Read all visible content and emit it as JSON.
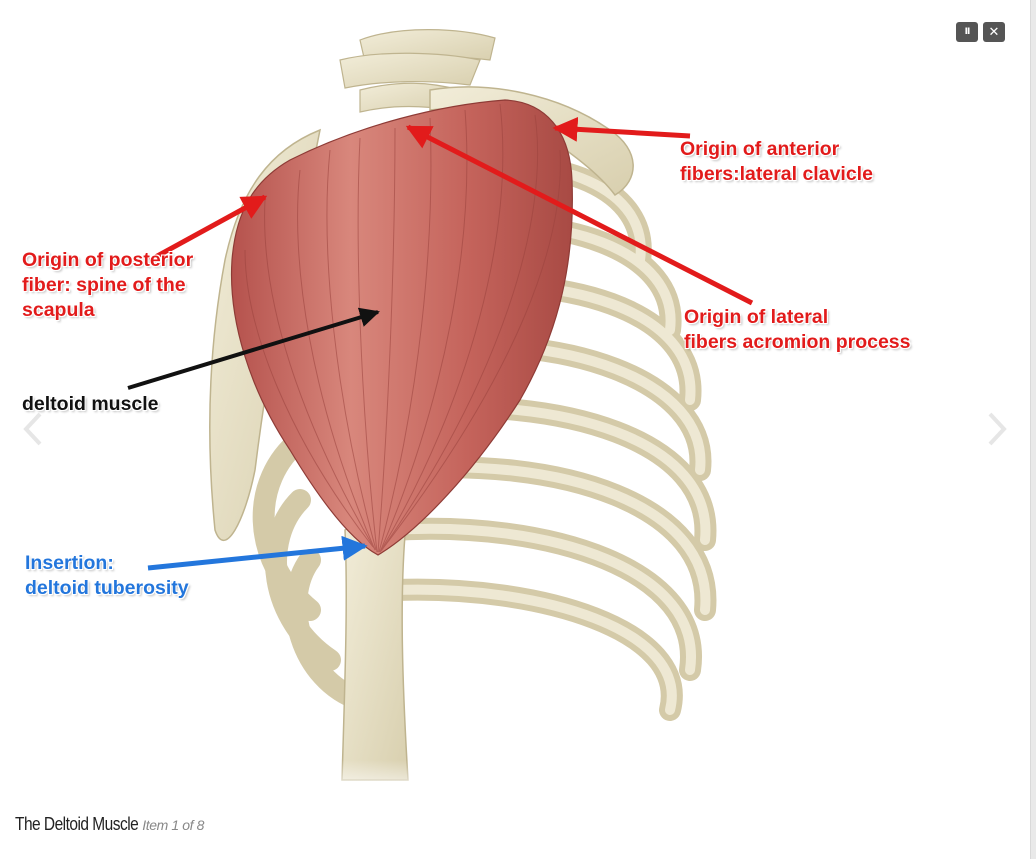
{
  "controls": {
    "pause_icon_label": "II",
    "close_icon_label": "✕"
  },
  "labels": {
    "anterior": [
      "Origin of anterior",
      "fibers:lateral clavicle"
    ],
    "posterior": [
      "Origin of posterior",
      "fiber: spine of the",
      "scapula"
    ],
    "lateral": [
      "Origin of lateral",
      "fibers acromion process"
    ],
    "muscle": [
      "deltoid muscle"
    ],
    "insertion": [
      "Insertion:",
      "deltoid tuberosity"
    ]
  },
  "caption": {
    "title": "The Deltoid Muscle",
    "counter": "Item 1 of 8"
  },
  "colors": {
    "origin_label": "#e21b1b",
    "muscle_label": "#111111",
    "insertion_label": "#2376dc",
    "muscle": "#c0605a",
    "bone": "#e8e1c8"
  }
}
